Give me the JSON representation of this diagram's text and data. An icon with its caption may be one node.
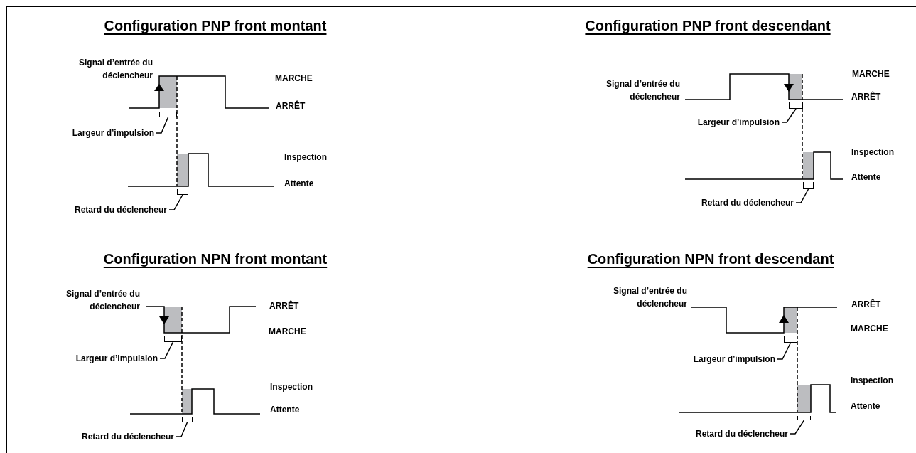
{
  "diagram": {
    "nodes": [
      {
        "text": [],
        "shape": "bracket"
      },
      {
        "text": [
          "Largeur d’impulsion"
        ]
      },
      {
        "text": [],
        "shape": "bracket"
      },
      {
        "text": [
          "Retard du déclencheur"
        ]
      },
      {
        "text": [],
        "shape": "bracket"
      },
      {
        "text": [
          "Largeur d’impulsion"
        ]
      },
      {
        "text": [],
        "shape": "bracket"
      },
      {
        "text": [
          "Retard du déclencheur"
        ]
      },
      {
        "text": [],
        "shape": "bracket"
      },
      {
        "text": [
          "Largeur d’impulsion"
        ]
      },
      {
        "text": [],
        "shape": "bracket"
      },
      {
        "text": [
          "Retard du déclencheur"
        ]
      },
      {
        "text": [],
        "shape": "bracket"
      },
      {
        "text": [
          "Largeur d’impulsion"
        ]
      },
      {
        "text": [],
        "shape": "bracket"
      },
      {
        "text": [
          "Retard du déclencheur"
        ]
      }
    ],
    "edges": [
      {
        "from": 1,
        "to": 0,
        "arrow": "none"
      },
      {
        "from": 3,
        "to": 2,
        "arrow": "none"
      },
      {
        "from": 5,
        "to": 4,
        "arrow": "none"
      },
      {
        "from": 7,
        "to": 6,
        "arrow": "none"
      },
      {
        "from": 9,
        "to": 8,
        "arrow": "none"
      },
      {
        "from": 11,
        "to": 10,
        "arrow": "none"
      },
      {
        "from": 13,
        "to": 12,
        "arrow": "none"
      },
      {
        "from": 15,
        "to": 14,
        "arrow": "none"
      }
    ],
    "labels": [
      "Configuration PNP front montant",
      "Signal d’entrée du déclencheur",
      "MARCHE",
      "ARRÊT",
      "Inspection",
      "Attente",
      "Configuration PNP front descendant",
      "Signal d’entrée du déclencheur",
      "MARCHE",
      "ARRÊT",
      "Inspection",
      "Attente",
      "Configuration NPN front montant",
      "Signal d’entrée du déclencheur",
      "ARRÊT",
      "MARCHE",
      "Inspection",
      "Attente",
      "Configuration NPN front descendant",
      "Signal d’entrée du déclencheur",
      "ARRÊT",
      "MARCHE",
      "Inspection",
      "Attente"
    ]
  }
}
